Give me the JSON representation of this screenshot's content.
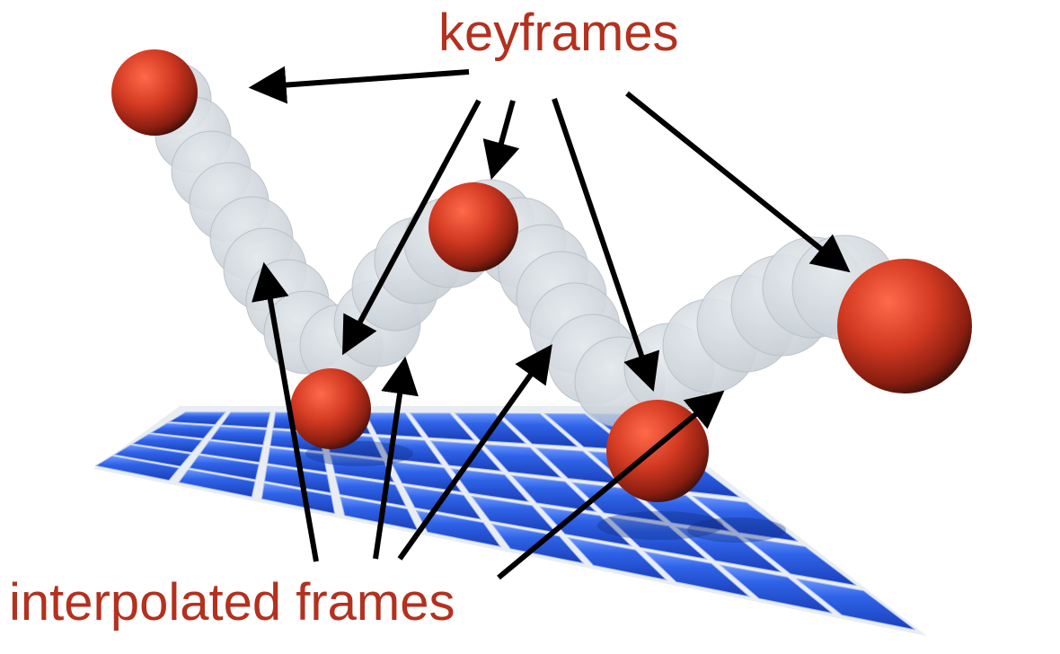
{
  "labels": {
    "keyframes": "keyframes",
    "interpolated": "interpolated frames"
  },
  "colors": {
    "label_text": "#b3311f",
    "keyframe_ball": "#d23a22",
    "interpolated_ball": "#c9d0d6",
    "floor_tile": "#2f5fe0",
    "arrow": "#000000"
  },
  "icons": {
    "keyframe": "red-sphere",
    "interpolated": "translucent-grey-sphere",
    "floor": "blue-tile-grid"
  }
}
